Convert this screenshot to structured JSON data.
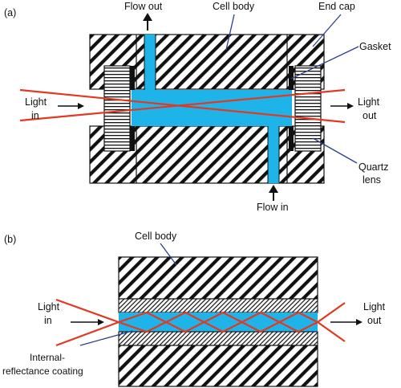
{
  "panel_a": {
    "tag": "(a)",
    "flow_out": "Flow out",
    "cell_body": "Cell body",
    "end_cap": "End cap",
    "gasket": "Gasket",
    "light_in_line1": "Light",
    "light_in_line2": "in",
    "light_out_line1": "Light",
    "light_out_line2": "out",
    "quartz_line1": "Quartz",
    "quartz_line2": "lens",
    "flow_in": "Flow in"
  },
  "panel_b": {
    "tag": "(b)",
    "cell_body": "Cell body",
    "light_in_line1": "Light",
    "light_in_line2": "in",
    "light_out_line1": "Light",
    "light_out_line2": "out",
    "coating_line1": "Internal-",
    "coating_line2": "reflectance coating"
  },
  "colors": {
    "fluid": "#1EB4EA",
    "light_ray": "#E03A22",
    "leader_line": "#2A3F8F",
    "outline": "#111111"
  }
}
